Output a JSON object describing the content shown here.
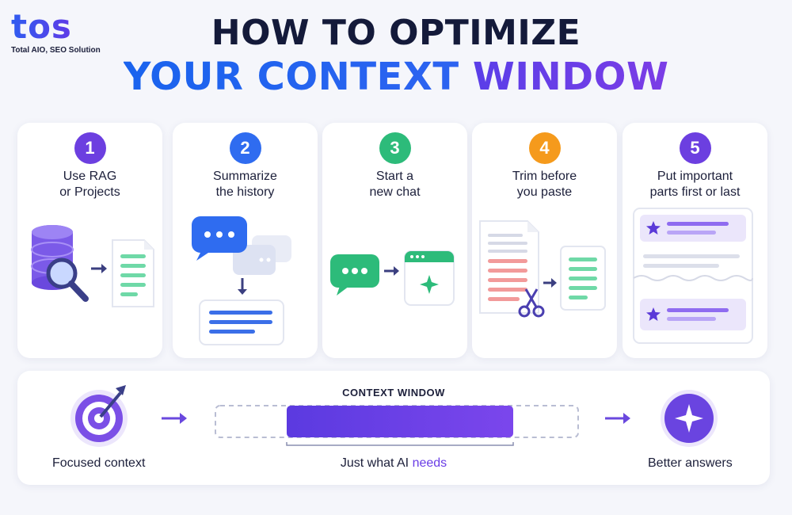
{
  "logo": {
    "mark": "tos",
    "tagline": "Total AIO, SEO Solution"
  },
  "title": {
    "line1": "HOW TO OPTIMIZE",
    "line2_blue": "YOUR CONTEXT",
    "line2_purple": "WINDOW"
  },
  "steps": [
    {
      "number": "1",
      "line1": "Use RAG",
      "line2": "or Projects",
      "color": "#6c3fe0"
    },
    {
      "number": "2",
      "line1": "Summarize",
      "line2": "the history",
      "color": "#2f6cf0"
    },
    {
      "number": "3",
      "line1": "Start a",
      "line2": "new chat",
      "color": "#2dbb7a"
    },
    {
      "number": "4",
      "line1": "Trim before",
      "line2": "you paste",
      "color": "#f59a1c"
    },
    {
      "number": "5",
      "line1": "Put important",
      "line2": "parts first or last",
      "color": "#6c3fe0"
    }
  ],
  "flow": {
    "left_label": "Focused context",
    "window_title": "CONTEXT WINDOW",
    "middle_label_prefix": "Just what AI ",
    "middle_label_accent": "needs",
    "right_label": "Better answers"
  },
  "colors": {
    "purple": "#6c3fe0",
    "blue": "#2f6cf0",
    "green": "#2dbb7a",
    "orange": "#f59a1c",
    "red": "#f07a7a",
    "dark": "#141a3a"
  }
}
